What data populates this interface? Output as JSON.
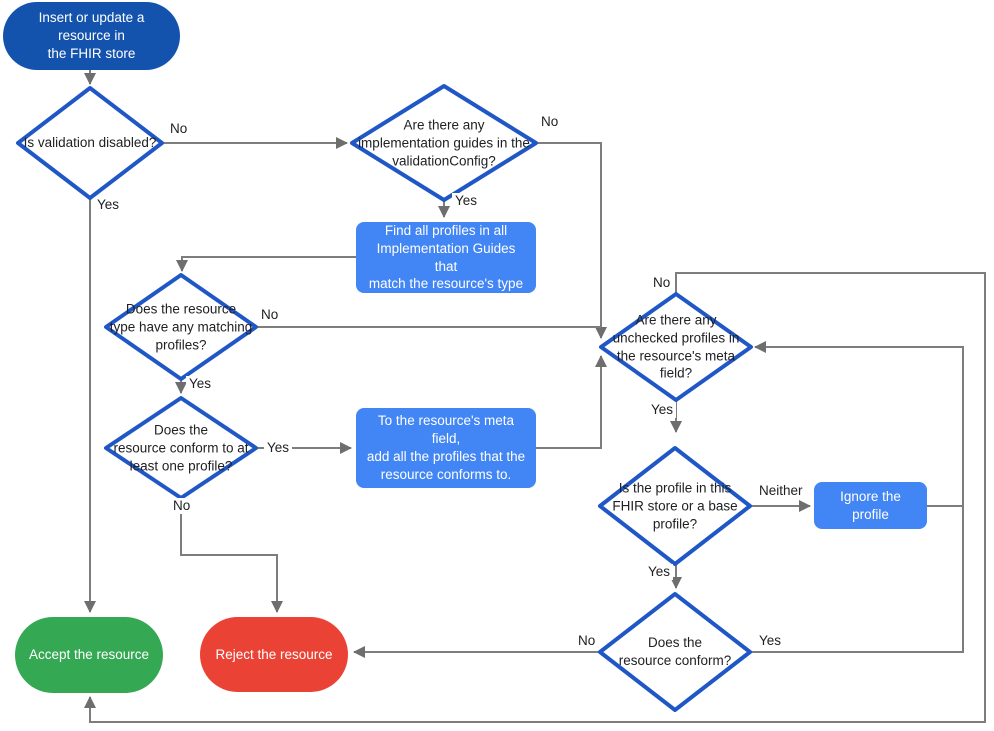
{
  "diagram": {
    "type": "flowchart",
    "background": "#ffffff",
    "colors": {
      "start_node_fill": "#1453ad",
      "process_node_fill": "#4285f4",
      "decision_border": "#2057c7",
      "accept_fill": "#34a853",
      "reject_fill": "#ea4335",
      "connector": "#7d7d7d",
      "node_text_light": "#ffffff",
      "text_dark": "#202124"
    },
    "nodes": {
      "start": {
        "shape": "stadium",
        "label": "Insert or update a resource in\nthe FHIR store"
      },
      "validation": {
        "shape": "decision",
        "label": "Is validation disabled?"
      },
      "guides": {
        "shape": "decision",
        "label": "Are there any\nimplementation guides in the\nvalidationConfig?"
      },
      "find_profiles": {
        "shape": "process",
        "label": "Find all profiles in all\nImplementation Guides that\nmatch the resource's type"
      },
      "matching": {
        "shape": "decision",
        "label": "Does the resource\ntype have any matching\nprofiles?"
      },
      "conform_one": {
        "shape": "decision",
        "label": "Does the\nresource conform to at\nleast one profile?"
      },
      "add_profiles": {
        "shape": "process",
        "label": "To the resource's meta field,\nadd all the profiles that the\nresource conforms to."
      },
      "unchecked": {
        "shape": "decision",
        "label": "Are there any\nunchecked profiles in\nthe resource's meta\nfield?"
      },
      "store_or_base": {
        "shape": "decision",
        "label": "Is the profile in this\nFHIR store or a base\nprofile?"
      },
      "ignore": {
        "shape": "process",
        "label": "Ignore the profile"
      },
      "conform": {
        "shape": "decision",
        "label": "Does the\nresource conform?"
      },
      "accept": {
        "shape": "stadium",
        "label": "Accept the resource"
      },
      "reject": {
        "shape": "stadium",
        "label": "Reject the resource"
      }
    },
    "edge_labels": {
      "validation_no": "No",
      "validation_yes": "Yes",
      "guides_no": "No",
      "guides_yes": "Yes",
      "matching_no": "No",
      "matching_yes": "Yes",
      "conform_one_yes": "Yes",
      "conform_one_no": "No",
      "unchecked_no": "No",
      "unchecked_yes": "Yes",
      "store_neither": "Neither",
      "store_yes": "Yes",
      "conform_no": "No",
      "conform_yes": "Yes"
    }
  }
}
